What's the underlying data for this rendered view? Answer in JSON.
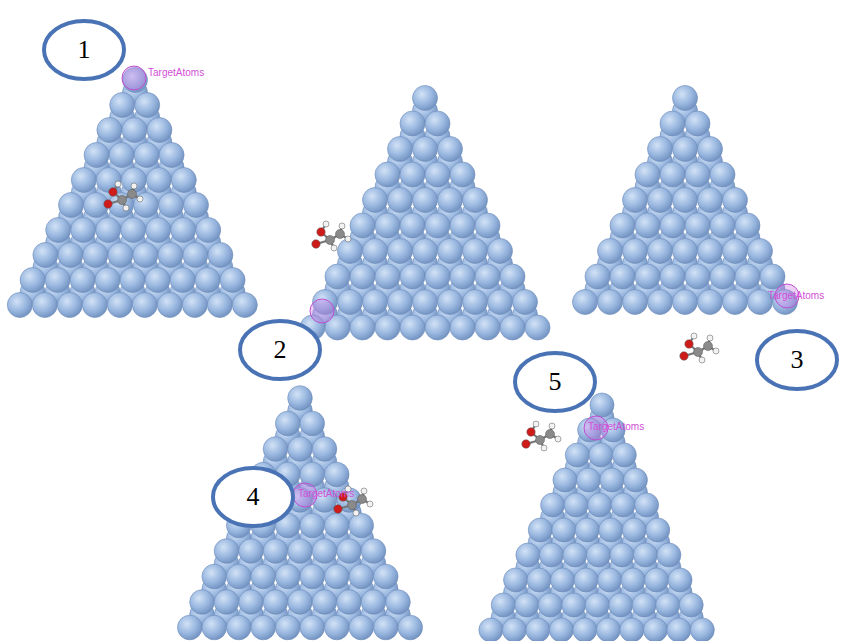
{
  "diagram": {
    "nodes": [
      {
        "text": [
          "1"
        ]
      },
      {
        "text": [
          "2"
        ]
      },
      {
        "text": [
          "3"
        ]
      },
      {
        "text": [
          "4"
        ]
      },
      {
        "text": [
          "5"
        ]
      }
    ],
    "labels": [
      "TargetAtoms",
      "TargetAtoms",
      "TargetAtoms",
      "TargetAtoms"
    ]
  }
}
